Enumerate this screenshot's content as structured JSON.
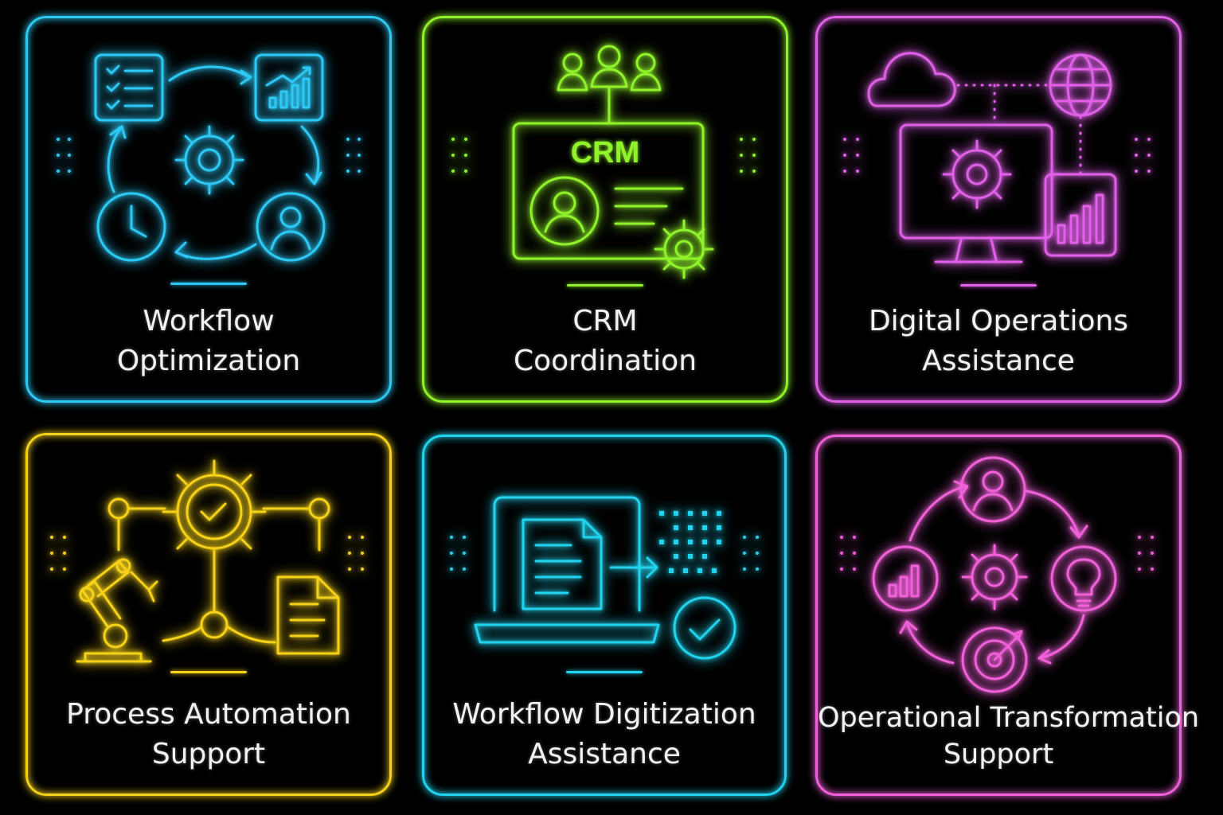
{
  "cards": [
    {
      "title_lines": [
        "Workflow",
        "Optimization"
      ],
      "color": "#2ec8f5",
      "icons": [
        "checklist-icon",
        "bar-chart-icon",
        "gear-icon",
        "clock-icon",
        "user-icon",
        "cycle-arrows-icon"
      ]
    },
    {
      "title_lines": [
        "CRM",
        "Coordination"
      ],
      "color": "#8ff22a",
      "crm_label": "CRM",
      "icons": [
        "team-icon",
        "crm-board-icon",
        "user-icon",
        "gear-icon"
      ]
    },
    {
      "title_lines": [
        "Digital Operations",
        "Assistance"
      ],
      "color": "#e060e8",
      "icons": [
        "cloud-icon",
        "globe-icon",
        "monitor-icon",
        "gear-icon",
        "bar-chart-icon"
      ]
    },
    {
      "title_lines": [
        "Process Automation",
        "Support"
      ],
      "color": "#f5d219",
      "icons": [
        "gear-check-icon",
        "robot-arm-icon",
        "document-icon",
        "node-network-icon"
      ]
    },
    {
      "title_lines": [
        "Workflow Digitization",
        "Assistance"
      ],
      "color": "#22d3ee",
      "icons": [
        "laptop-icon",
        "document-icon",
        "arrow-right-icon",
        "pixel-grid-icon",
        "check-circle-icon"
      ]
    },
    {
      "title_lines": [
        "Operational Transformation",
        "Support"
      ],
      "color": "#f060d8",
      "icons": [
        "user-icon",
        "lightbulb-icon",
        "target-icon",
        "bar-chart-icon",
        "gear-icon",
        "cycle-arrows-icon"
      ]
    }
  ]
}
